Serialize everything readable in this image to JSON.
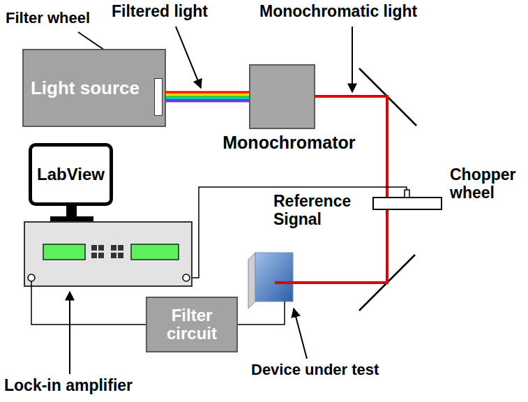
{
  "diagram": {
    "nodes": [
      {
        "text": [
          "Light source"
        ]
      },
      {
        "text": [
          "Monochromator"
        ]
      },
      {
        "text": [
          "LabView"
        ]
      },
      {
        "text": [
          "Filter circuit"
        ]
      }
    ],
    "edges": [
      {
        "from": 0,
        "to": 1,
        "arrow": "none"
      }
    ],
    "labels": [
      "Filter wheel",
      "Filtered light",
      "Monochromatic light",
      "Chopper wheel",
      "Reference Signal",
      "Lock-in amplifier",
      "Device under test"
    ]
  }
}
